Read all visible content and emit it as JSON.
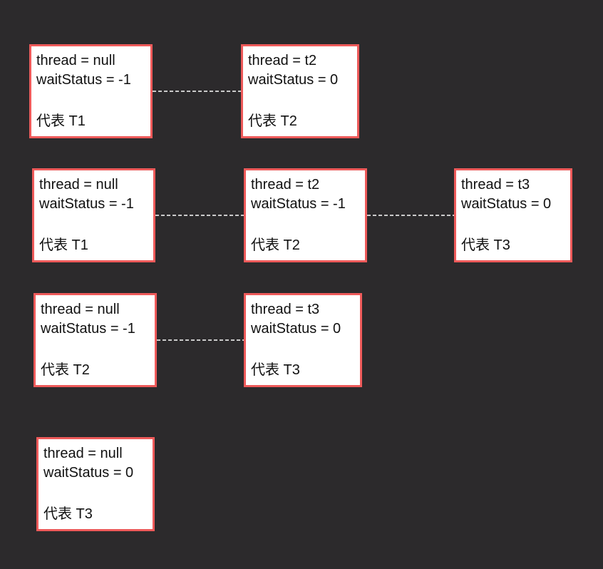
{
  "rows": [
    {
      "nodes": [
        {
          "thread": "thread = null",
          "wait_status": "waitStatus = -1",
          "represents": "代表 T1"
        },
        {
          "thread": "thread = t2",
          "wait_status": "waitStatus = 0",
          "represents": "代表 T2"
        }
      ]
    },
    {
      "nodes": [
        {
          "thread": "thread = null",
          "wait_status": "waitStatus = -1",
          "represents": "代表 T1"
        },
        {
          "thread": "thread = t2",
          "wait_status": "waitStatus = -1",
          "represents": "代表 T2"
        },
        {
          "thread": "thread = t3",
          "wait_status": "waitStatus = 0",
          "represents": "代表 T3"
        }
      ]
    },
    {
      "nodes": [
        {
          "thread": "thread = null",
          "wait_status": "waitStatus = -1",
          "represents": "代表 T2"
        },
        {
          "thread": "thread = t3",
          "wait_status": "waitStatus = 0",
          "represents": "代表 T3"
        }
      ]
    },
    {
      "nodes": [
        {
          "thread": "thread = null",
          "wait_status": "waitStatus = 0",
          "represents": "代表 T3"
        }
      ]
    }
  ],
  "colors": {
    "background": "#2c2a2c",
    "node_fill": "#ffffff",
    "node_border": "#ee5a5a",
    "connector": "#ffffff",
    "text": "#111111"
  }
}
